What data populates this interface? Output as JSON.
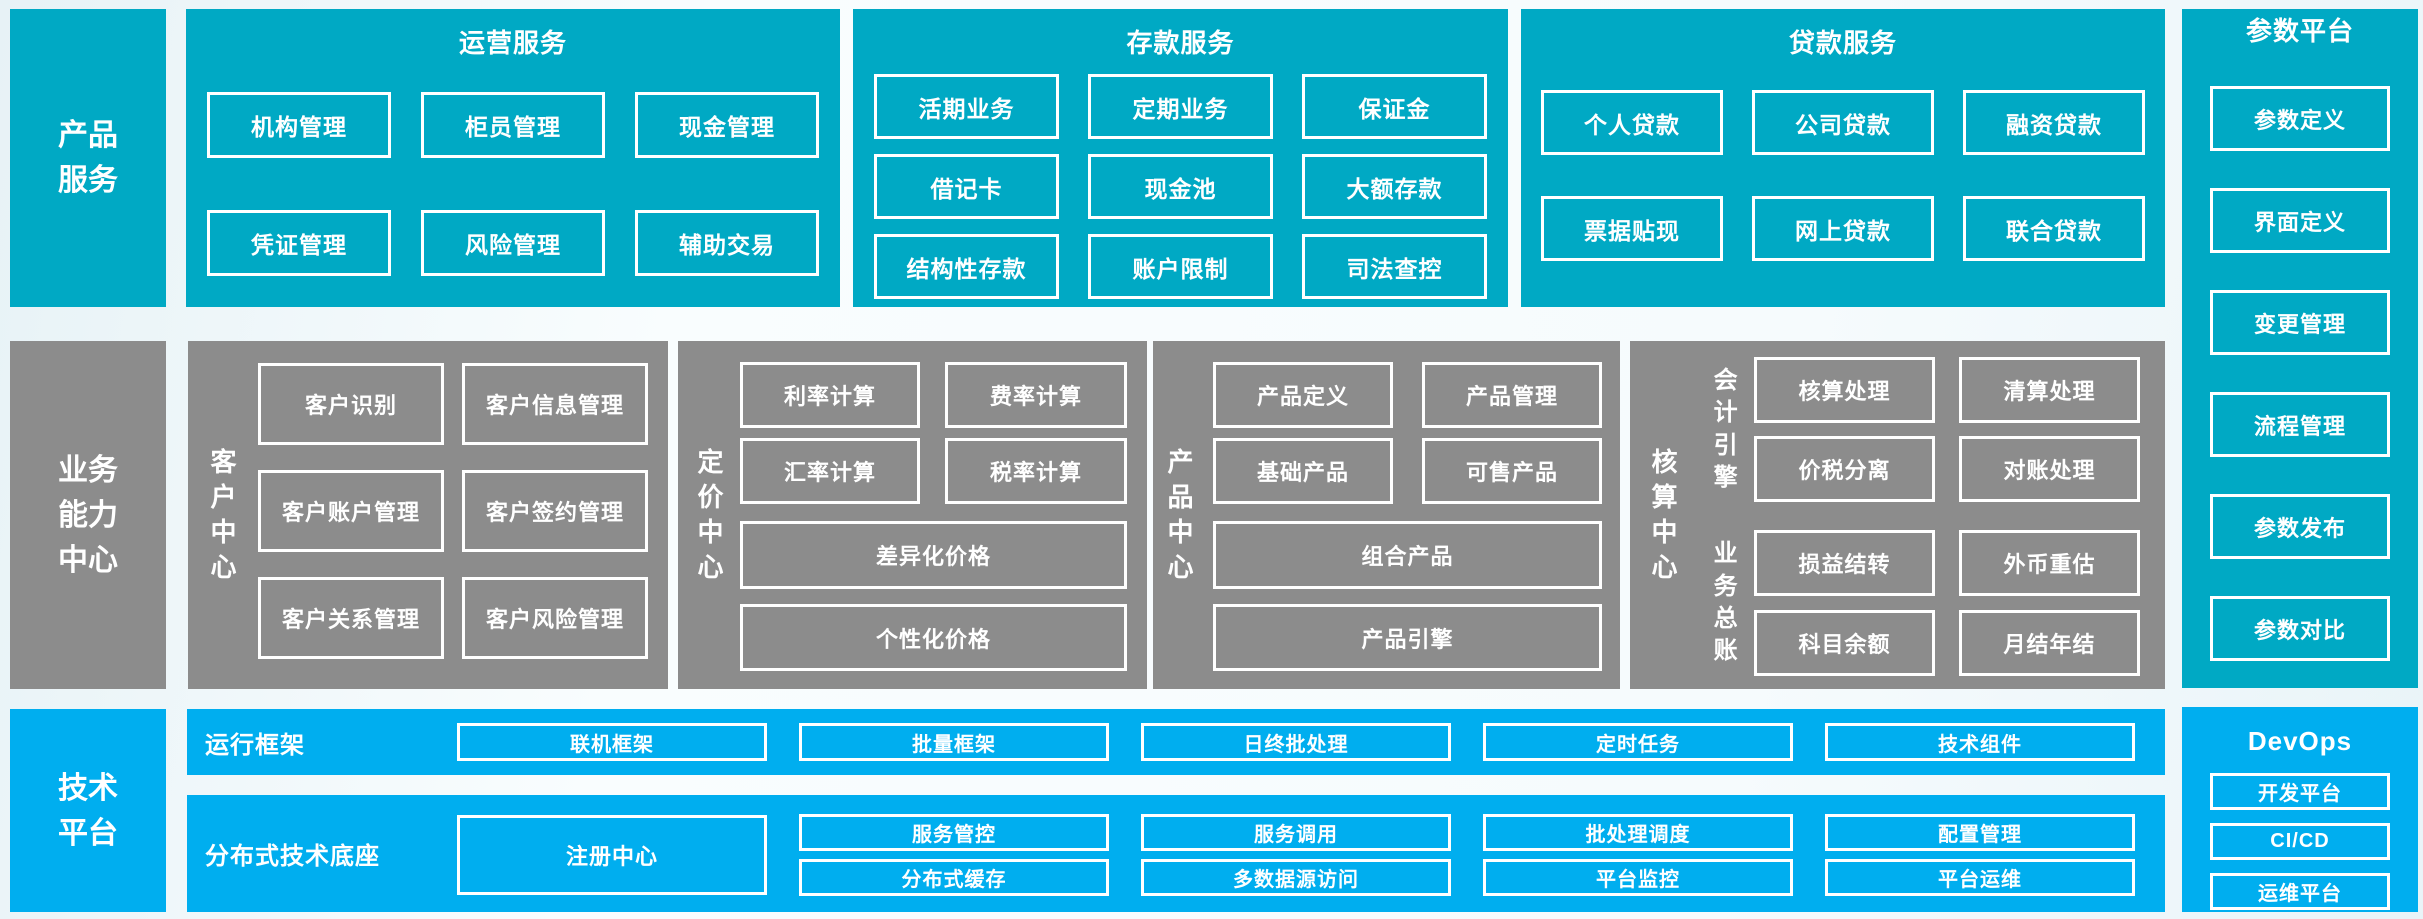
{
  "colors": {
    "cyan": "#00a9c4",
    "gray": "#8c8c8c",
    "azure": "#00aeef",
    "background": "#f4fafc",
    "text": "#ffffff"
  },
  "left_labels": {
    "products": "产品服务",
    "business": "业务能力中心",
    "tech": "技术平台"
  },
  "operations": {
    "title": "运营服务",
    "items": [
      "机构管理",
      "柜员管理",
      "现金管理",
      "凭证管理",
      "风险管理",
      "辅助交易"
    ]
  },
  "deposits": {
    "title": "存款服务",
    "items": [
      "活期业务",
      "定期业务",
      "保证金",
      "借记卡",
      "现金池",
      "大额存款",
      "结构性存款",
      "账户限制",
      "司法查控"
    ]
  },
  "loans": {
    "title": "贷款服务",
    "items": [
      "个人贷款",
      "公司贷款",
      "融资贷款",
      "票据贴现",
      "网上贷款",
      "联合贷款"
    ]
  },
  "params": {
    "title": "参数平台",
    "items": [
      "参数定义",
      "界面定义",
      "变更管理",
      "流程管理",
      "参数发布",
      "参数对比"
    ]
  },
  "customer": {
    "label": "客户中心",
    "items": [
      "客户识别",
      "客户信息管理",
      "客户账户管理",
      "客户签约管理",
      "客户关系管理",
      "客户风险管理"
    ]
  },
  "pricing": {
    "label": "定价中心",
    "items": [
      "利率计算",
      "费率计算",
      "汇率计算",
      "税率计算"
    ],
    "wide_items": [
      "差异化价格",
      "个性化价格"
    ]
  },
  "product_center": {
    "label": "产品中心",
    "items": [
      "产品定义",
      "产品管理",
      "基础产品",
      "可售产品"
    ],
    "wide_items": [
      "组合产品",
      "产品引擎"
    ]
  },
  "accounting": {
    "label": "核算中心",
    "group_a": {
      "label": "会计引擎",
      "items": [
        "核算处理",
        "清算处理",
        "价税分离",
        "对账处理"
      ]
    },
    "group_b": {
      "label": "业务总账",
      "items": [
        "损益结转",
        "外币重估",
        "科目余额",
        "月结年结"
      ]
    }
  },
  "runtime": {
    "label": "运行框架",
    "items": [
      "联机框架",
      "批量框架",
      "日终批处理",
      "定时任务",
      "技术组件"
    ]
  },
  "distributed": {
    "label": "分布式技术底座",
    "registry": "注册中心",
    "items": [
      "服务管控",
      "服务调用",
      "批处理调度",
      "配置管理",
      "分布式缓存",
      "多数据源访问",
      "平台监控",
      "平台运维"
    ]
  },
  "devops": {
    "title": "DevOps",
    "items": [
      "开发平台",
      "CI/CD",
      "运维平台"
    ]
  }
}
